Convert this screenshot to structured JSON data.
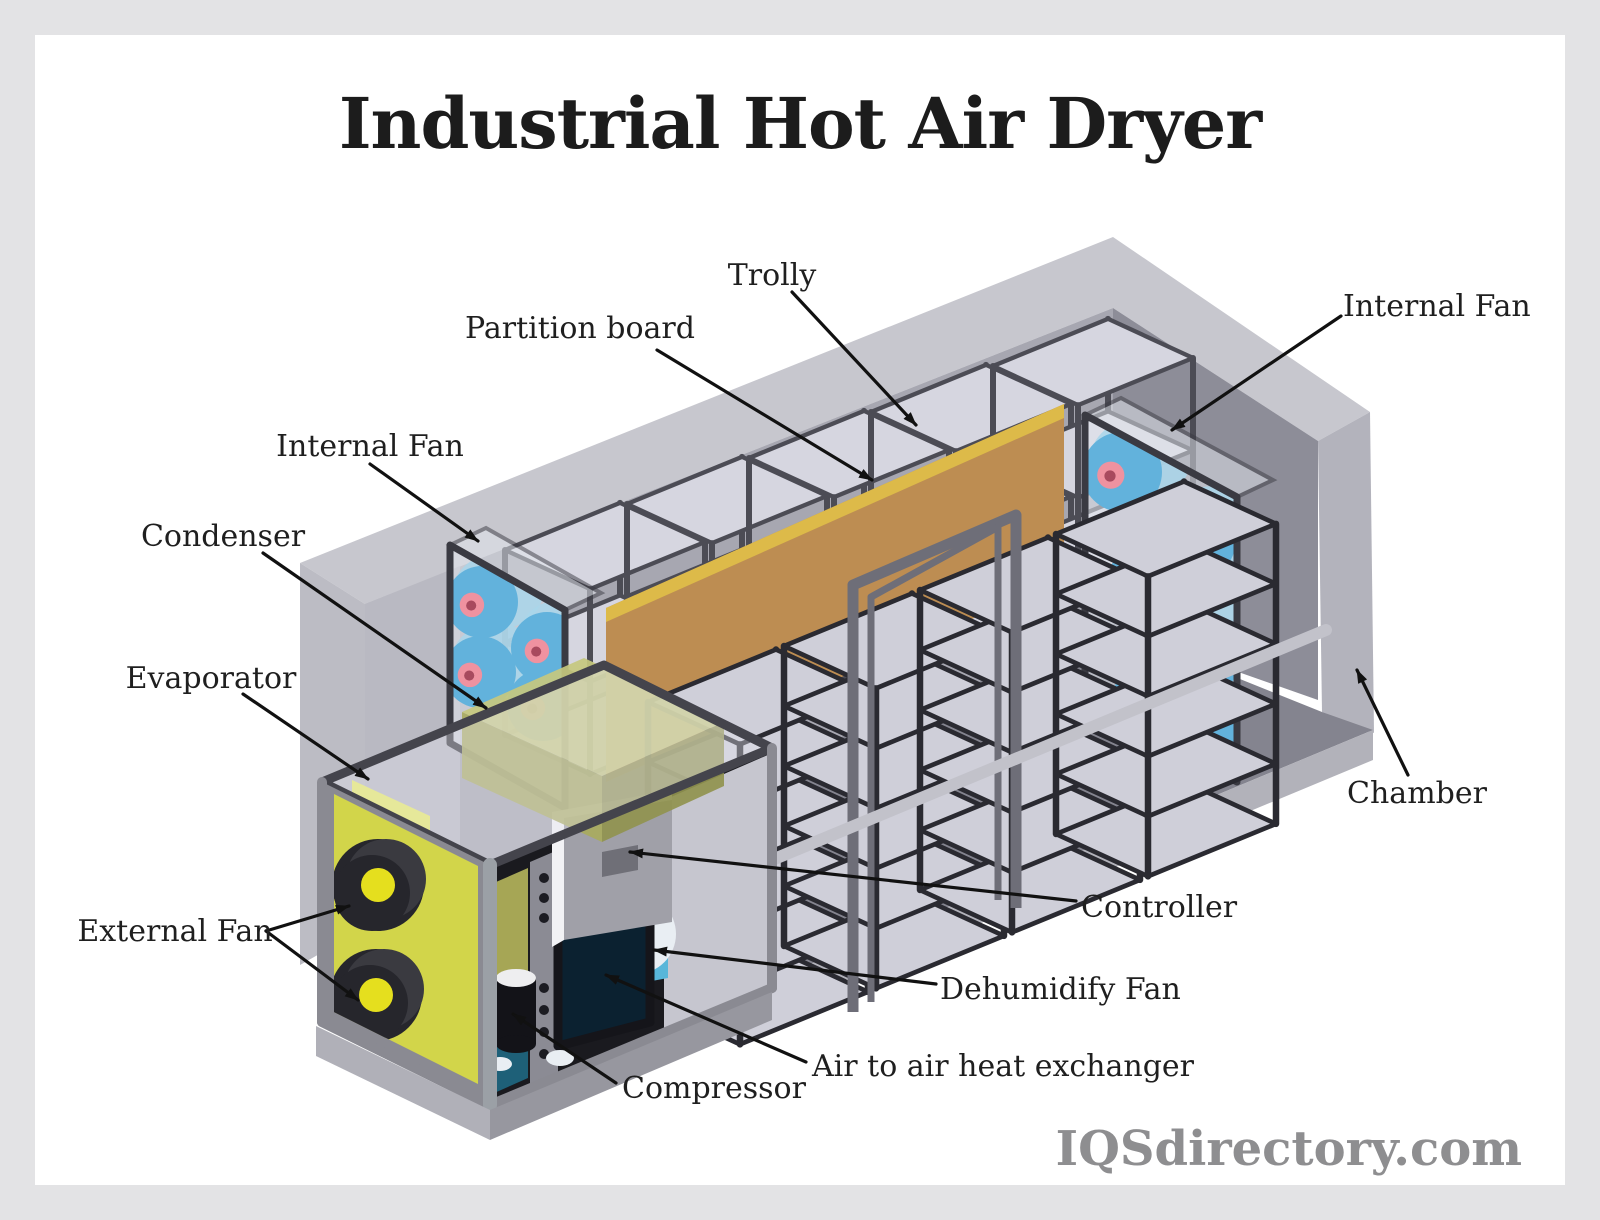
{
  "title": "Industrial Hot Air Dryer",
  "watermark": "IQSdirectory.com",
  "labels": {
    "trolly": "Trolly",
    "partition_board": "Partition board",
    "internal_fan": "Internal Fan",
    "condenser": "Condenser",
    "evaporator": "Evaporator",
    "external_fan": "External Fan",
    "chamber": "Chamber",
    "controller": "Controller",
    "dehumidify_fan": "Dehumidify Fan",
    "air_to_air_heat_exchanger": "Air to air heat exchanger",
    "compressor": "Compressor"
  },
  "colors": {
    "page_border": "#e3e3e5",
    "page_bg": "#ffffff",
    "title": "#1c1c1c",
    "label": "#1f1f1f",
    "arrow": "#111111",
    "watermark": "#8e8e90",
    "chamber_top": "#c7c7ce",
    "chamber_outer_right": "#b3b3bc",
    "chamber_outer_left": "#bcbcc4",
    "chamber_back_wall": "#a7a7b1",
    "chamber_back_wall_light": "#b9b9c2",
    "chamber_right_wall": "#8d8d98",
    "chamber_floor": "#84848f",
    "chamber_floor_band": "#b2b2ba",
    "front_beam": "#c2c2ca",
    "rack_frame_back": "#4c4c55",
    "rack_frame_front": "#2a2a31",
    "rack_shelf": "#d6d6e0",
    "rack_shelf_front": "#cfcfd9",
    "partition_brown": "#bd8d52",
    "partition_gold": "#ddba49",
    "fan_blue": "#62b2dc",
    "fan_halo": "#a9d6ea",
    "fan_hub_pink": "#ef92a0",
    "fan_hub_dark": "#a84a5e",
    "bank_glass": "#e4e8ee",
    "bank_frame": "#3a3a42",
    "machine_frame": "#8a8a92",
    "machine_post": "#9ba0a6",
    "machine_interior": "#1a1a1f",
    "machine_yellow": "#d2d54a",
    "ext_fan_dark": "#26262c",
    "ext_fan_mid": "#3a3a40",
    "ext_fan_hub": "#e5df1e",
    "machine_glass": "#e4e6ee",
    "machine_rim": "#44444c",
    "condenser_top": "#c6c87e",
    "condenser_front": "#a8aa5e",
    "condenser_right": "#90924f",
    "evaporator_strip": "#e7ea67",
    "inner_wall": "#c6c6cf",
    "hinge_strip": "#8b8b94",
    "bolt": "#1c1c22",
    "controller_face": "#a0a0a8",
    "controller_white": "#f2f2f5",
    "controller_screen": "#6f6f77",
    "dehumid_blue": "#58b6d9",
    "dehumid_light": "#b8dfee",
    "cylinder_white": "#e9eef3",
    "exchanger_navy": "#0b2130",
    "exchanger_edge": "#15151a",
    "teal": "#1e6078",
    "olive": "#a6a655",
    "compressor_black": "#131318",
    "compressor_top": "#eeeef0",
    "plinth_left": "#b0b0b8",
    "plinth_right": "#97979f",
    "door_frame": "#6e6e78"
  }
}
